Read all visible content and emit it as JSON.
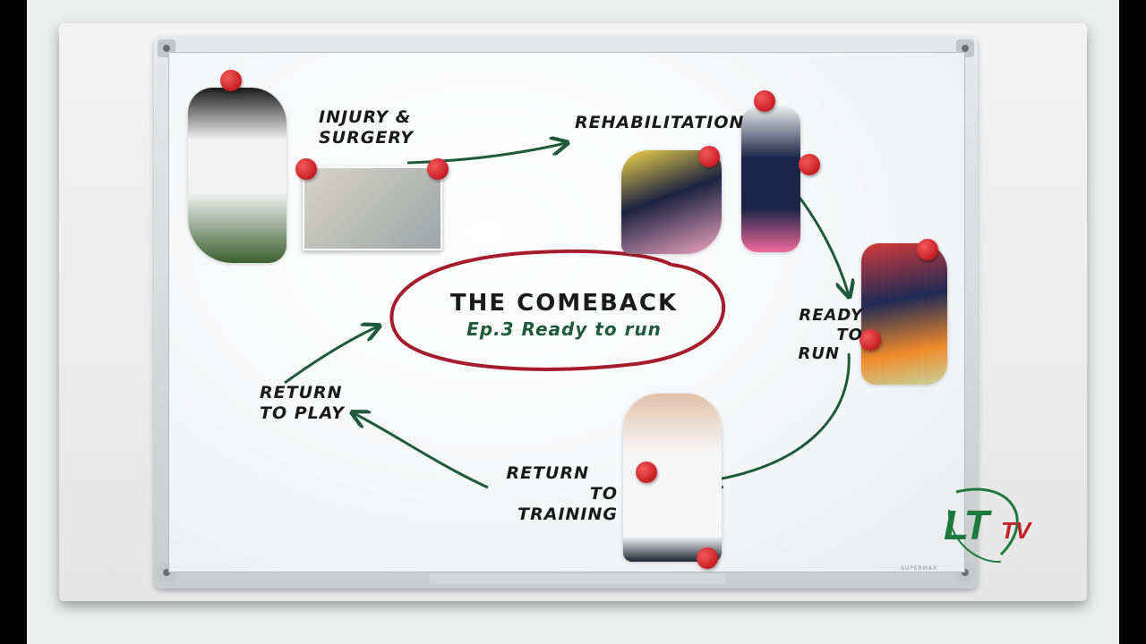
{
  "labels": {
    "injury": [
      "Injury &",
      "Surgery"
    ],
    "rehab": [
      "Rehabilitation"
    ],
    "ready": [
      "Ready to",
      "run"
    ],
    "training": [
      "Return",
      "to training"
    ],
    "play": [
      "Return",
      "to play"
    ]
  },
  "title": {
    "line1": "THE COMEBACK",
    "line2": "Ep.3 Ready to run"
  },
  "logo": {
    "main": "LT",
    "suffix": "TV"
  },
  "board_brand": "SUPERMAX",
  "colors": {
    "pin": "#c81d24",
    "arrow": "#1f5a3c",
    "ellipse": "#a51d2d",
    "title_subtitle": "#1f5a3c",
    "logo_green": "#1e7a3c",
    "logo_red": "#c22128"
  }
}
